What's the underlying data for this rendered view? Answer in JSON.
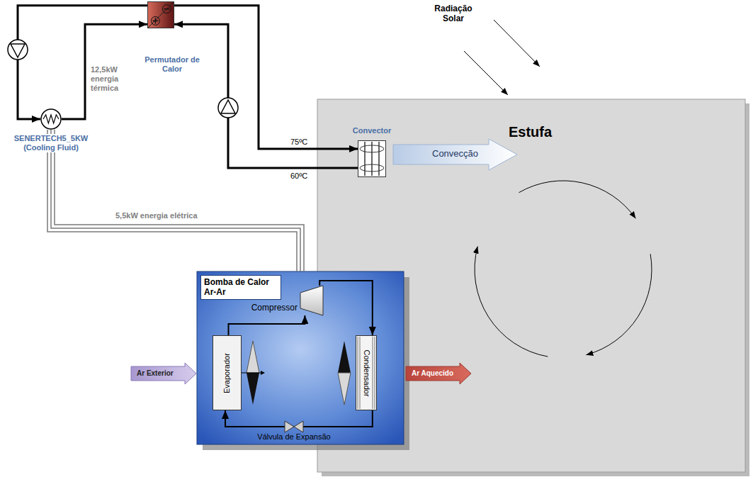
{
  "diagram": {
    "nodes": [
      {
        "text": [
          "Permutador de Calor"
        ]
      },
      {
        "text": [
          "SENERTECH5_5KW (Cooling Fluid)"
        ]
      },
      {
        "text": [
          "Convector"
        ]
      },
      {
        "text": [
          "Estufa"
        ]
      },
      {
        "text": [
          "Convecção"
        ],
        "in": 3
      },
      {
        "text": [
          "Bomba de Calor Ar-Ar"
        ]
      },
      {
        "text": [
          "Compressor"
        ],
        "in": 5
      },
      {
        "text": [
          "Evaporador"
        ],
        "in": 5
      },
      {
        "text": [
          "Condensador"
        ],
        "in": 5
      },
      {
        "text": [
          "Válvula de Expansão"
        ],
        "in": 5
      },
      {
        "text": [
          "Ar Exterior"
        ]
      },
      {
        "text": [
          "Ar Aquecido"
        ]
      }
    ],
    "edges": [
      {
        "from": 0,
        "to": 1,
        "arrow": "to"
      },
      {
        "from": 1,
        "to": 0,
        "arrow": "to"
      },
      {
        "from": 0,
        "to": 2,
        "arrow": "to"
      },
      {
        "from": 2,
        "to": 0,
        "arrow": "to"
      },
      {
        "from": 1,
        "to": 5,
        "label": "5,5kW energia elétrica",
        "arrow": "none"
      },
      {
        "from": 7,
        "to": 6,
        "arrow": "to"
      },
      {
        "from": 6,
        "to": 8,
        "arrow": "to"
      },
      {
        "from": 8,
        "to": 9,
        "arrow": "none"
      },
      {
        "from": 9,
        "to": 7,
        "arrow": "to"
      }
    ],
    "labels": [
      "Radiação Solar",
      "12,5kW energia térmica",
      "75ºC",
      "60ºC"
    ]
  }
}
